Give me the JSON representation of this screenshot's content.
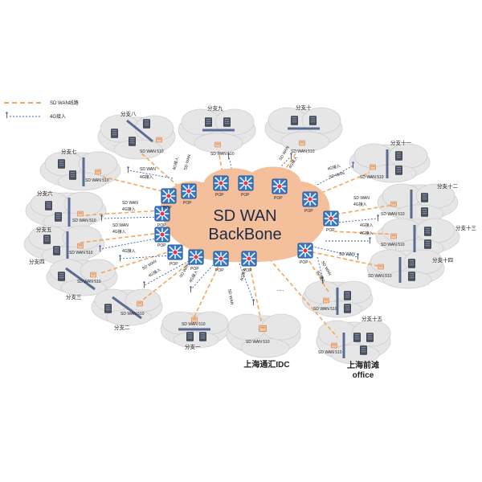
{
  "legend": {
    "sdwan_line_label": "SD WAN线路",
    "access_4g_label": "4G接入"
  },
  "backbone": {
    "line1": "SD WAN",
    "line2": "BackBone",
    "pop_label": "POP"
  },
  "labels": {
    "sdwan": "SD WAN",
    "access_4g": "4G接入",
    "sdwan_device": "SD WAN 510",
    "ellipsis": "....."
  },
  "branches": {
    "b8": "分支八",
    "b9": "分支九",
    "b10": "分支十",
    "b11": "分支十一",
    "b7": "分支七",
    "b12": "分支十二",
    "b6": "分支六",
    "b13": "分支十三",
    "b5": "分支五",
    "b4": "分支四",
    "b14": "分支十四",
    "b3": "分支三",
    "b15": "分支十五",
    "b2": "分支二",
    "b1": "分支一"
  },
  "sites": {
    "idc": "上海通汇IDC",
    "office_line1": "上海前滩",
    "office_line2": "office"
  },
  "colors": {
    "backbone": "#f4c09c",
    "cloud": "#e6e6e6",
    "sdwan_line": "#f0a860",
    "access_4g_line": "#3f5fa8",
    "pop_router": "#3a79c9"
  }
}
